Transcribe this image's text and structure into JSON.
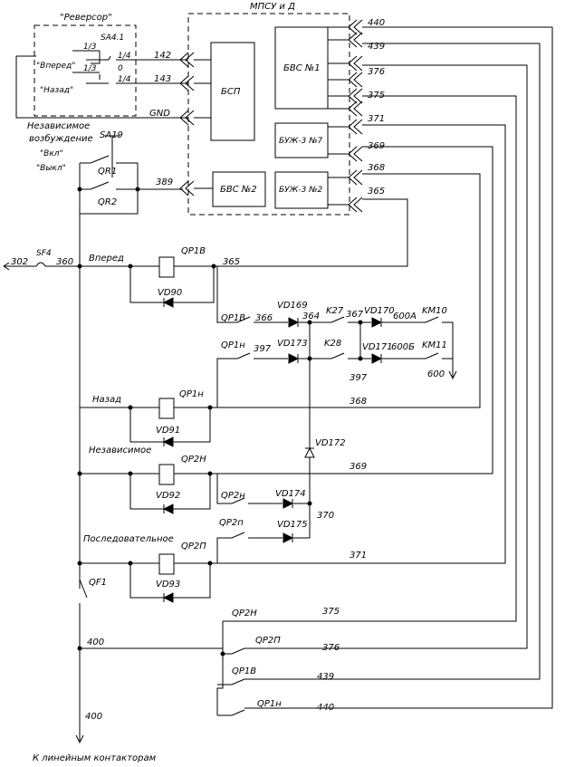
{
  "labels": {
    "reversor": "\"Реверсор\"",
    "sa41": "SA4.1",
    "forward_q": "\"Вперед\"",
    "back_q": "\"Назад\"",
    "c13a": "1/3",
    "c13b": "1/3",
    "c14a": "1/4",
    "zero": "0",
    "c14b": "1/4",
    "w142": "142",
    "w143": "143",
    "gnd": "GND",
    "mpsu": "МПСУ и Д",
    "bsp": "БСП",
    "bvs1": "БВС №1",
    "buz7": "БУЖ-3 №7",
    "bvs2": "БВС №2",
    "buz2": "БУЖ-3 №2",
    "w440t": "440",
    "w439t": "439",
    "w376t": "376",
    "w375t": "375",
    "w371t": "371",
    "w369t": "369",
    "w368t": "368",
    "w365t": "365",
    "indep1": "Независимое",
    "indep2": "возбуждение",
    "sa19": "SA19",
    "on": "\"Вкл\"",
    "off": "\"Выкл\"",
    "qr1": "QR1",
    "qr2": "QR2",
    "w389": "389",
    "w302": "302",
    "sf4": "SF4",
    "w360": "360",
    "vpered": "Вперед",
    "qp1b_coil": "QP1В",
    "w365": "365",
    "vd90": "VD90",
    "qp1b_c": "QP1В",
    "w366": "366",
    "vd169": "VD169",
    "w364": "364",
    "k27": "K27",
    "w367": "367",
    "vd170": "VD170",
    "w600a": "600А",
    "km10": "KM10",
    "qp1n_c": "QP1н",
    "w397a": "397",
    "vd173": "VD173",
    "k28": "K28",
    "vd171": "VD171",
    "w600b": "600Б",
    "km11": "KM11",
    "w397b": "397",
    "w600": "600",
    "nazad": "Назад",
    "qp1n_coil": "QP1н",
    "w368": "368",
    "vd91": "VD91",
    "vd172": "VD172",
    "nezav": "Независимое",
    "qp2n_coil": "QP2Н",
    "w369": "369",
    "vd92": "VD92",
    "qp2n_c": "QP2н",
    "vd174": "VD174",
    "w370": "370",
    "qp2p_c": "QP2п",
    "vd175": "VD175",
    "posl": "Последовательное",
    "qp2p_coil": "QP2П",
    "w371": "371",
    "qf1": "QF1",
    "vd93": "VD93",
    "qp2n_b": "QP2Н",
    "w375": "375",
    "w400a": "400",
    "qp2p_b": "QP2П",
    "w376": "376",
    "qp1b_b": "QP1В",
    "w439": "439",
    "qp1n_b": "QP1н",
    "w440": "440",
    "w400b": "400",
    "lineconn": "К линейным контакторам"
  }
}
